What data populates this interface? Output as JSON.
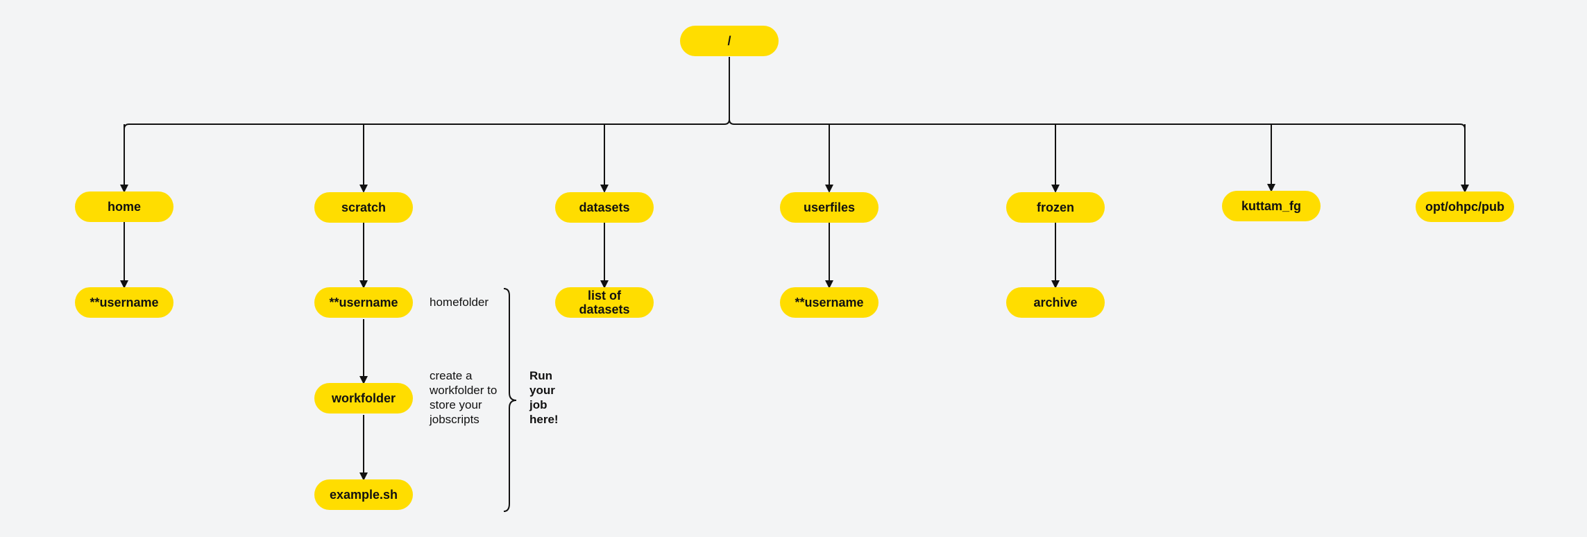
{
  "nodes": {
    "root": "/",
    "home": "home",
    "home_user": "**username",
    "scratch": "scratch",
    "scratch_user": "**username",
    "workfolder": "workfolder",
    "example": "example.sh",
    "datasets": "datasets",
    "datasets_list": "list of datasets",
    "userfiles": "userfiles",
    "userfiles_user": "**username",
    "frozen": "frozen",
    "archive": "archive",
    "kuttam": "kuttam_fg",
    "opt": "opt/ohpc/pub"
  },
  "notes": {
    "homefolder": "homefolder",
    "workfolder_line1": "create a",
    "workfolder_line2": "workfolder to",
    "workfolder_line3": "store your",
    "workfolder_line4": "jobscripts",
    "run_line1": "Run",
    "run_line2": "your",
    "run_line3": "job",
    "run_line4": "here!"
  },
  "colors": {
    "node_fill": "#ffdd00",
    "line": "#111111",
    "background": "#f3f4f5"
  }
}
